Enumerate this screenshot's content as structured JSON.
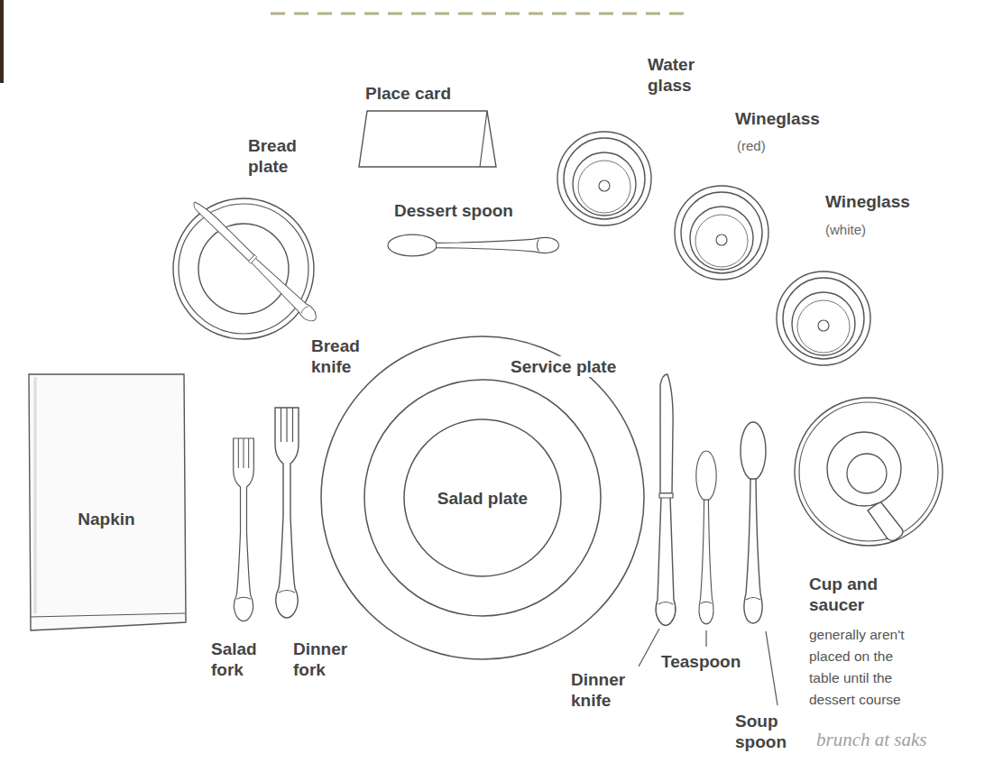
{
  "diagram": {
    "nodes": [
      {
        "text": [
          "Napkin"
        ]
      },
      {
        "text": [
          "Service plate"
        ]
      },
      {
        "text": [
          "Salad plate"
        ],
        "in": 1
      }
    ],
    "labels": [
      "Place card",
      "Water glass",
      "Wineglass",
      "(red)",
      "Wineglass",
      "(white)",
      "Bread plate",
      "Dessert spoon",
      "Bread knife",
      "Salad fork",
      "Dinner fork",
      "Dinner knife",
      "Teaspoon",
      "Soup spoon",
      "Cup and saucer",
      "generally aren't placed on the table until the dessert course",
      "brunch at saks"
    ]
  }
}
